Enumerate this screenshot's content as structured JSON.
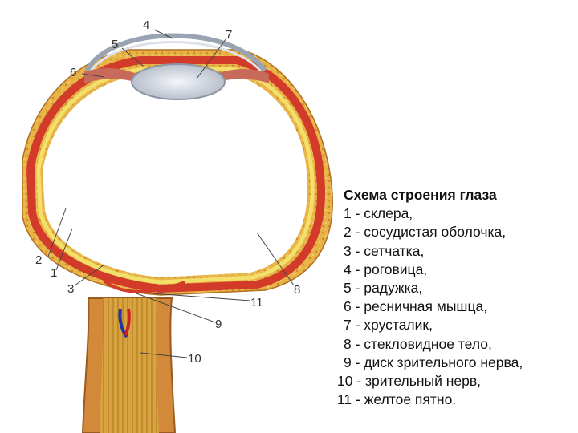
{
  "diagram": {
    "callouts": [
      "1",
      "2",
      "3",
      "4",
      "5",
      "6",
      "7",
      "8",
      "9",
      "10",
      "11"
    ]
  },
  "legend": {
    "title": "Схема строения глаза",
    "items": [
      "1 - склера,",
      "2 - сосудистая оболочка,",
      "3 - сетчатка,",
      "4 - роговица,",
      "5 - радужка,",
      "6 - ресничная мышца,",
      "7 - хрусталик,",
      "8 - стекловидное тело,",
      "9 - диск зрительного нерва,",
      "10 - зрительный нерв,",
      "11 - желтое пятно."
    ]
  },
  "colors": {
    "sclera": "#e8b03c",
    "choroid": "#d23a2a",
    "retina": "#f2e06a",
    "optic_nerve": "#d9a440",
    "lens": "#dde2ea",
    "vitreous": "#ffffff"
  }
}
